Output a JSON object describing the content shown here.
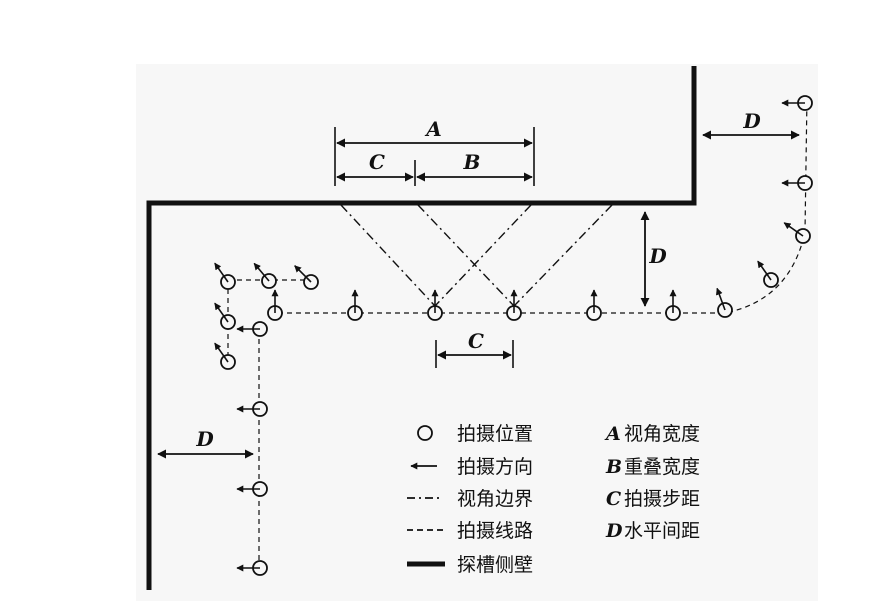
{
  "labels": {
    "a": "A",
    "b": "B",
    "c": "C",
    "d": "D"
  },
  "legend": {
    "position": "拍摄位置",
    "direction": "拍摄方向",
    "view_boundary": "视角边界",
    "route": "拍摄线路",
    "wall": "探槽侧壁",
    "a_key": "A",
    "a_text": "视角宽度",
    "b_key": "B",
    "b_text": "重叠宽度",
    "c_key": "C",
    "c_text": "拍摄步距",
    "d_key": "D",
    "d_text": "水平间距"
  },
  "colors": {
    "background": "#f7f7f7",
    "ink": "#111111"
  }
}
